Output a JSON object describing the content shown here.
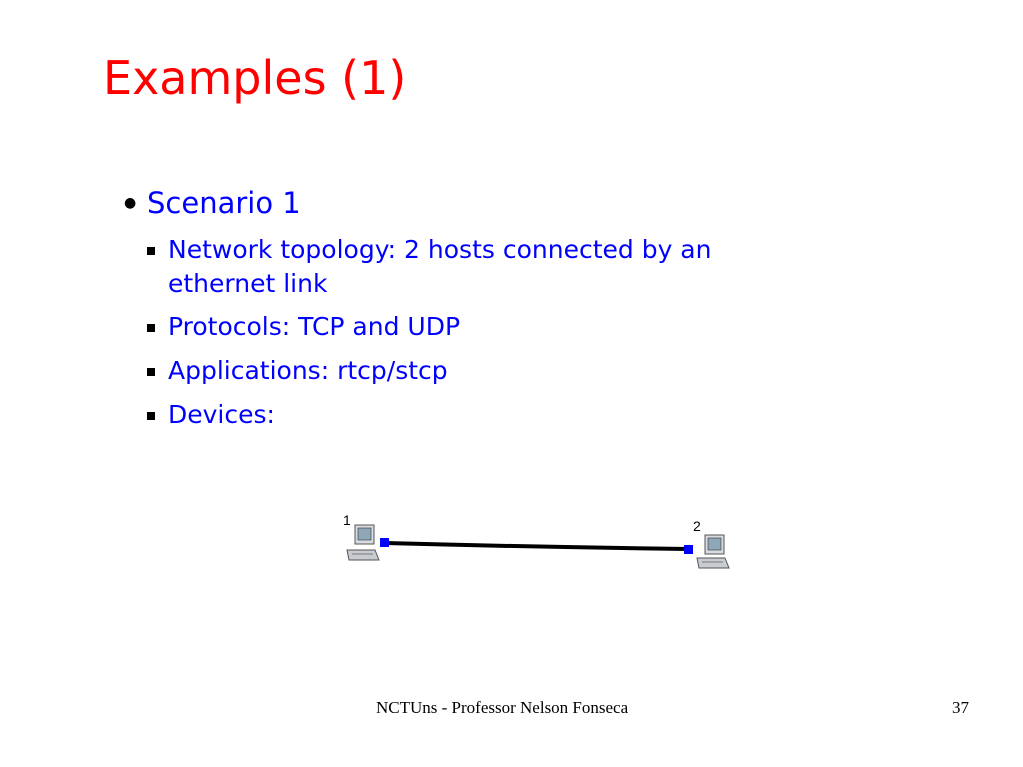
{
  "title": "Examples (1)",
  "bullet": "Scenario 1",
  "subitems": [
    "Network topology: 2 hosts connected by an ethernet link",
    "Protocols: TCP and UDP",
    "Applications: rtcp/stcp",
    "Devices:"
  ],
  "diagram": {
    "host1_label": "1",
    "host2_label": "2",
    "node_color": "#0000ff",
    "link_color": "#000000"
  },
  "footer": {
    "text": "NCTUns - Professor Nelson Fonseca",
    "page": "37"
  },
  "colors": {
    "title": "#ff0000",
    "body": "#0000ff"
  }
}
